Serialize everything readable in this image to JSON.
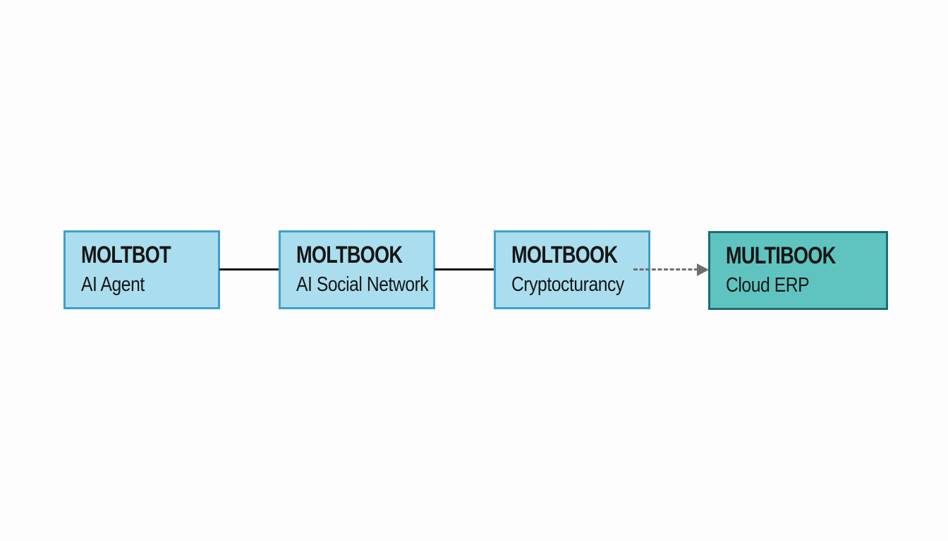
{
  "canvas": {
    "background": "#fdfdfd"
  },
  "nodes": [
    {
      "id": "moltbot",
      "title": "MOLTBOT",
      "subtitle": "AI Agent",
      "fill": "#aadeee",
      "border": "#3f9fca",
      "text_color": "#151515"
    },
    {
      "id": "moltbook-social-network",
      "title": "MOLTBOOK",
      "subtitle": "AI Social Network",
      "fill": "#aadeee",
      "border": "#3f9fca",
      "text_color": "#151515"
    },
    {
      "id": "moltbook-cryptocurrency",
      "title": "MOLTBOOK",
      "subtitle": "Cryptocturancy",
      "fill": "#aadeee",
      "border": "#3f9fca",
      "text_color": "#151515"
    },
    {
      "id": "multibook-cloud-erp",
      "title": "MULTIBOOK",
      "subtitle": "Cloud ERP",
      "fill": "#5fc4c0",
      "border": "#1b6e76",
      "text_color": "#151515"
    }
  ],
  "connectors": [
    {
      "from": "moltbot",
      "to": "moltbook-social-network",
      "style": "solid-line",
      "color": "#0e0e0e"
    },
    {
      "from": "moltbook-social-network",
      "to": "moltbook-cryptocurrency",
      "style": "solid-line",
      "color": "#0e0e0e"
    },
    {
      "from": "moltbook-cryptocurrency",
      "to": "multibook-cloud-erp",
      "style": "dashed-arrow",
      "color": "#6f6f6f"
    }
  ]
}
